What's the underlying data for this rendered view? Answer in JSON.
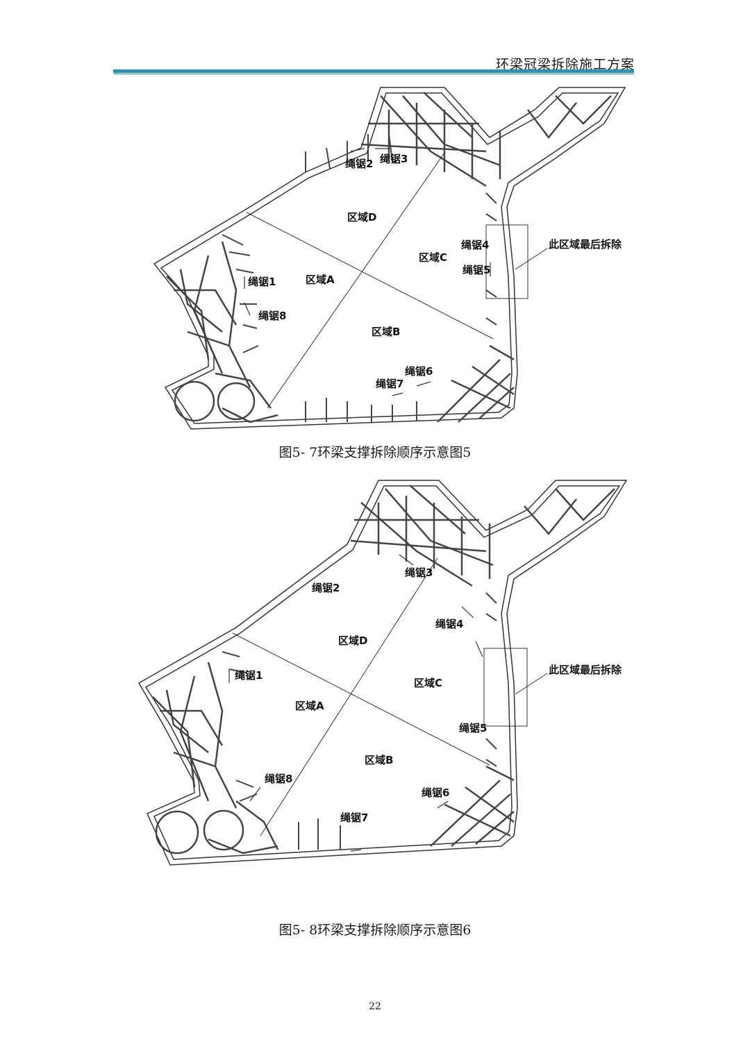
{
  "header": {
    "title": "环梁冠梁拆除施工方案"
  },
  "figures": [
    {
      "caption": "图5- 7环梁支撑拆除顺序示意图5",
      "labels": {
        "zone_a": "区域A",
        "zone_b": "区域B",
        "zone_c": "区域C",
        "zone_d": "区域D",
        "saw1": "绳锯1",
        "saw2": "绳锯2",
        "saw3": "绳锯3",
        "saw4": "绳锯4",
        "saw5": "绳锯5",
        "saw6": "绳锯6",
        "saw7": "绳锯7",
        "saw8": "绳锯8",
        "last_removed": "此区域最后拆除"
      }
    },
    {
      "caption": "图5- 8环梁支撑拆除顺序示意图6",
      "labels": {
        "zone_a": "区域A",
        "zone_b": "区域B",
        "zone_c": "区域C",
        "zone_d": "区域D",
        "saw1": "绳锯1",
        "saw2": "绳锯2",
        "saw3": "绳锯3",
        "saw4": "绳锯4",
        "saw5": "绳锯5",
        "saw6": "绳锯6",
        "saw7": "绳锯7",
        "saw8": "绳锯8",
        "last_removed": "此区域最后拆除"
      }
    }
  ],
  "page_number": "22"
}
